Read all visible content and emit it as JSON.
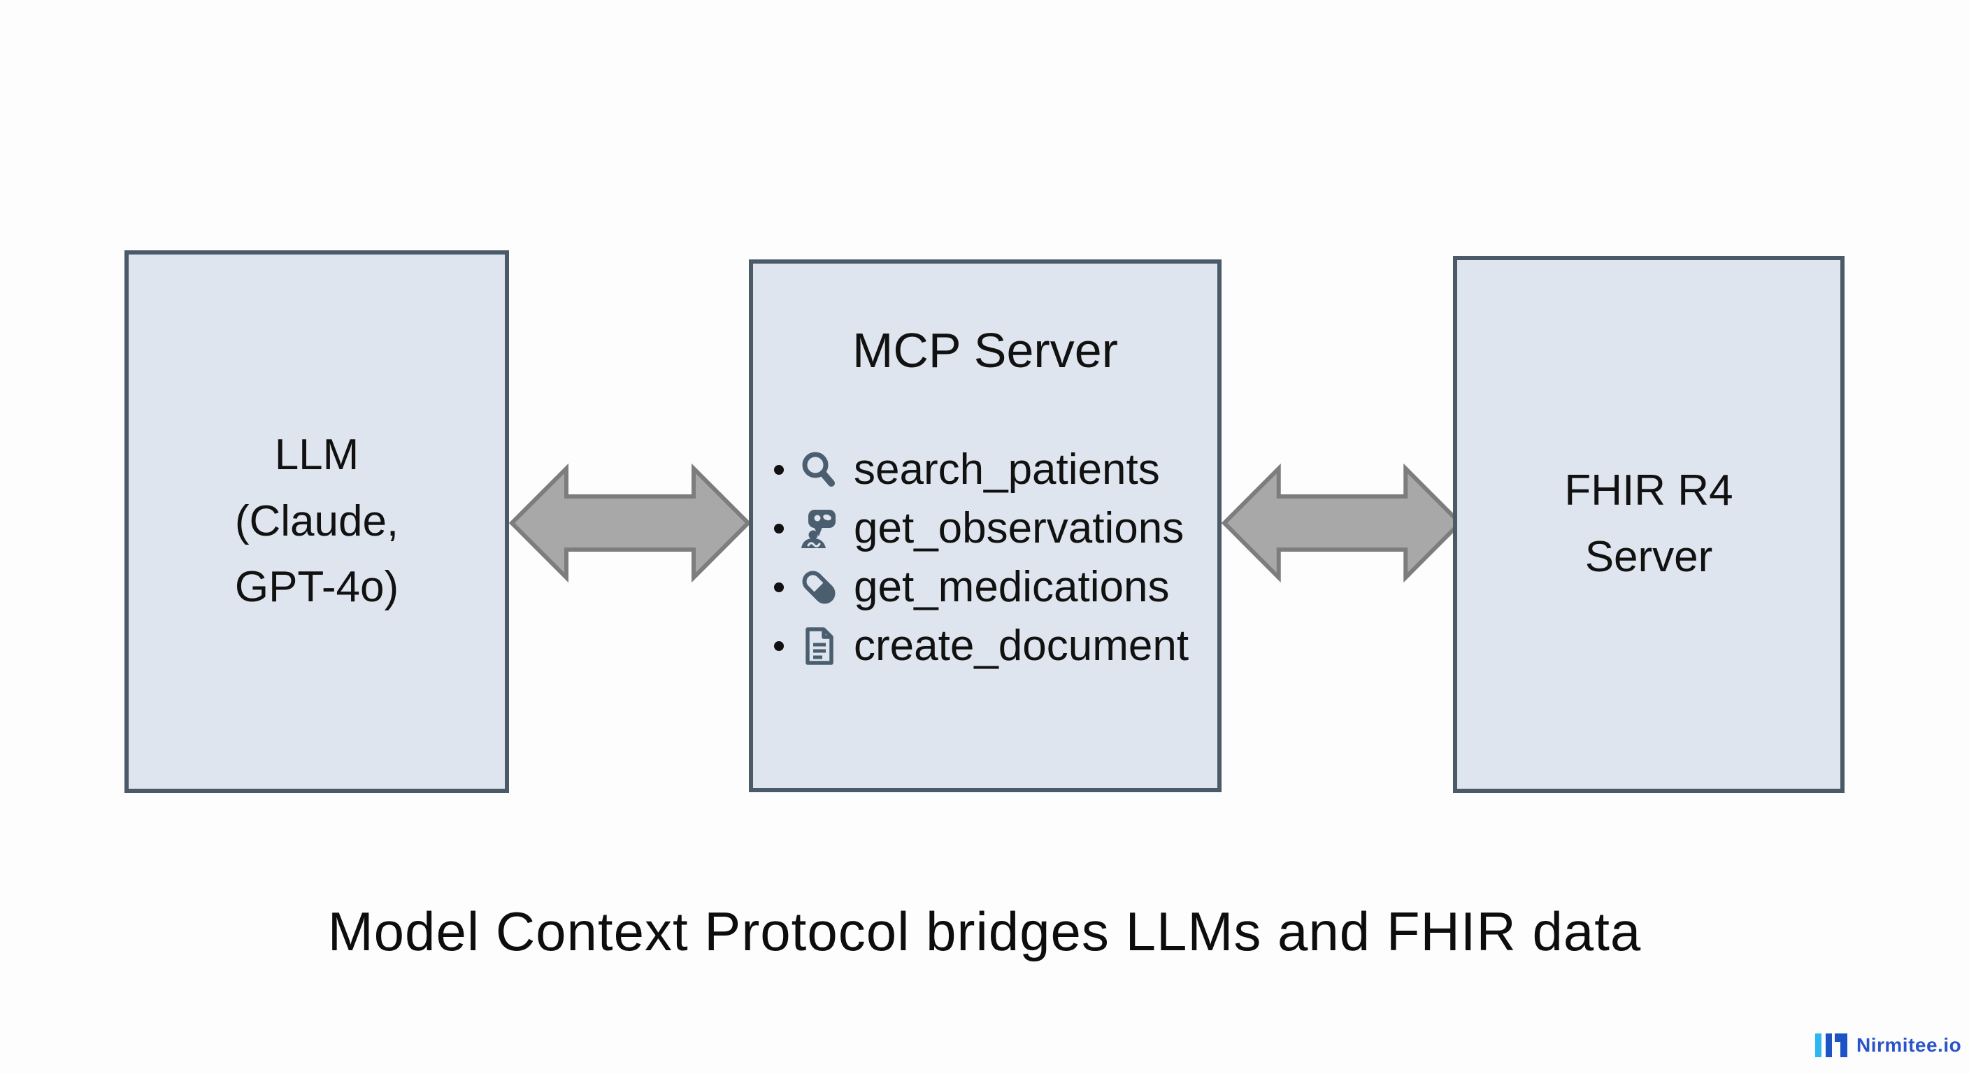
{
  "diagram": {
    "nodes": {
      "llm": {
        "label": "LLM\n(Claude,\nGPT-4o)"
      },
      "mcp": {
        "title": "MCP Server",
        "tools": [
          {
            "icon": "search-icon",
            "label": "search_patients"
          },
          {
            "icon": "patient-observation-icon",
            "label": "get_observations"
          },
          {
            "icon": "pill-icon",
            "label": "get_medications"
          },
          {
            "icon": "document-icon",
            "label": "create_document"
          }
        ]
      },
      "fhir": {
        "label": "FHIR R4\nServer"
      }
    },
    "connections": [
      {
        "from": "llm",
        "to": "mcp",
        "type": "bidirectional-arrow"
      },
      {
        "from": "mcp",
        "to": "fhir",
        "type": "bidirectional-arrow"
      }
    ],
    "caption": "Model Context Protocol bridges LLMs and FHIR data"
  },
  "branding": {
    "name": "Nirmitee.io"
  },
  "colors": {
    "background": "#fdfdfd",
    "node_fill": "#dfe5ee",
    "node_border": "#4a5a68",
    "arrow_fill": "#a8a8a8",
    "arrow_stroke": "#7d7d7d",
    "icon": "#4a5e70",
    "text": "#111111",
    "logo_cyan": "#2eb6f0",
    "logo_blue": "#1d53c6",
    "logo_text_blue": "#2a55c8"
  }
}
